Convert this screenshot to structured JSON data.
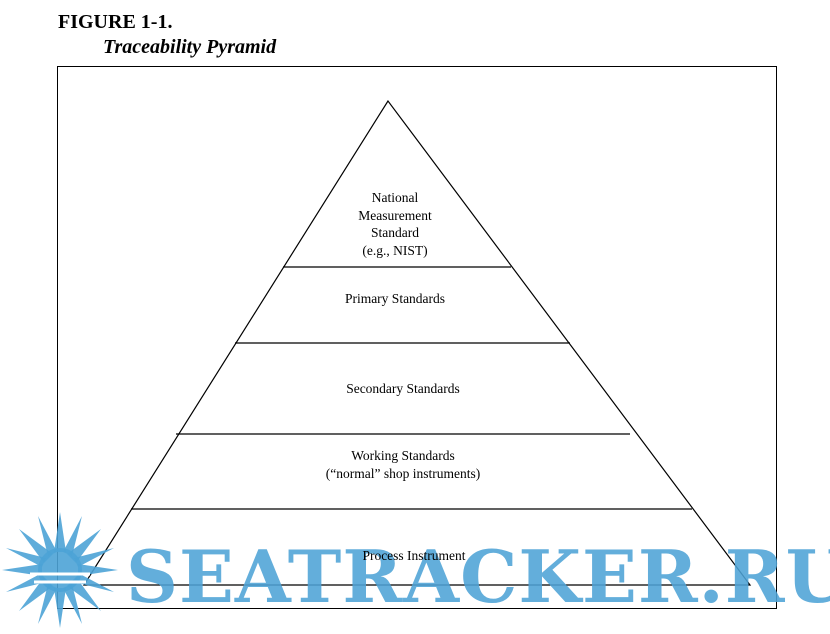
{
  "figure": {
    "label": "FIGURE 1-1.",
    "title": "Traceability Pyramid"
  },
  "pyramid": {
    "tiers": [
      {
        "lines": [
          "National",
          "Measurement",
          "Standard",
          "(e.g., NIST)"
        ]
      },
      {
        "lines": [
          "Primary Standards"
        ]
      },
      {
        "lines": [
          "Secondary Standards"
        ]
      },
      {
        "lines": [
          "Working Standards",
          "(“normal” shop instruments)"
        ]
      },
      {
        "lines": [
          "Process Instrument"
        ]
      }
    ]
  },
  "watermark": {
    "text": "SEATRACKER.RU",
    "color": "#4da3d6",
    "icon": "sun-burst-logo"
  }
}
